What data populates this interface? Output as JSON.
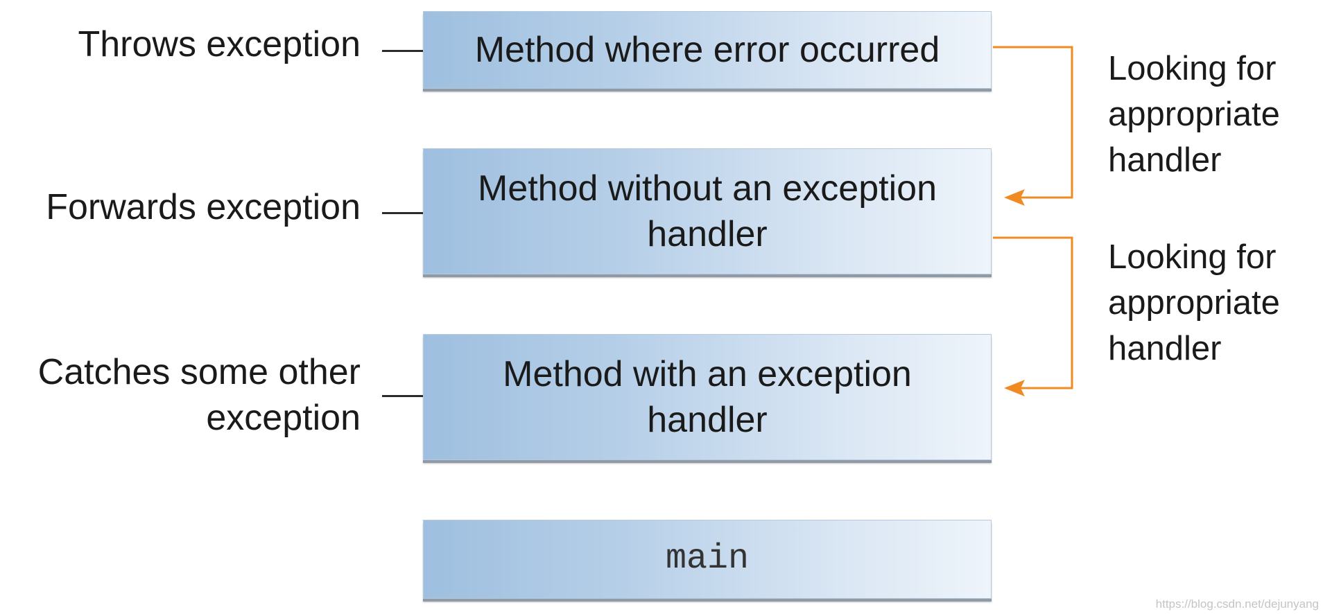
{
  "diagram": {
    "stack_frames": [
      {
        "label": "Method where error occurred",
        "role_label": "Throws exception"
      },
      {
        "label": "Method without an exception handler",
        "role_label": "Forwards exception"
      },
      {
        "label": "Method with an exception handler",
        "role_label": "Catches some other exception"
      },
      {
        "label": "main",
        "role_label": ""
      }
    ],
    "search_labels": [
      "Looking for appropriate handler",
      "Looking for appropriate handler"
    ],
    "colors": {
      "box_gradient_start": "#9ebfdf",
      "box_gradient_end": "#eef4fa",
      "arrow": "#ef8b22",
      "connector": "#2b2b2b"
    }
  },
  "watermark": "https://blog.csdn.net/dejunyang"
}
